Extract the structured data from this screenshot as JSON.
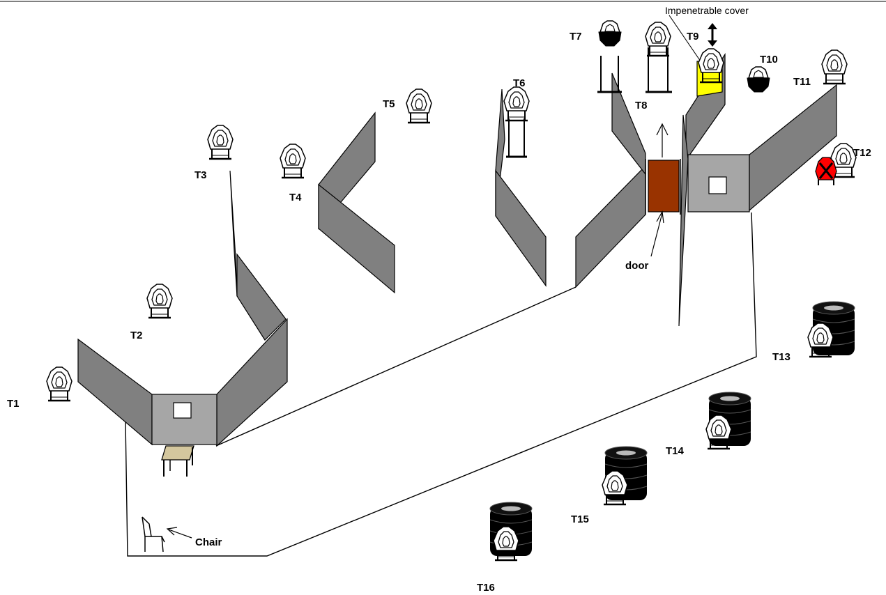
{
  "labels": {
    "T1": "T1",
    "T2": "T2",
    "T3": "T3",
    "T4": "T4",
    "T5": "T5",
    "T6": "T6",
    "T7": "T7",
    "T8": "T8",
    "T9": "T9",
    "T10": "T10",
    "T11": "T11",
    "T12": "T12",
    "T13": "T13",
    "T14": "T14",
    "T15": "T15",
    "T16": "T16"
  },
  "annotations": {
    "cover": "Impenetrable cover",
    "door": "door",
    "chair": "Chair"
  },
  "colors": {
    "wall": "#808080",
    "room": "#a6a6a6",
    "door": "#993300",
    "cover": "#ffff00",
    "table": "#d4c79e",
    "target_no_shoot": "#ff0000",
    "tire": "#000000"
  },
  "icons": {
    "target": "steel-target-on-stand-icon",
    "black_target": "black-steel-target-icon",
    "no_shoot": "red-no-shoot-target-icon",
    "tires": "tire-stack-icon",
    "chair": "chair-icon",
    "table": "table-icon",
    "door": "door-icon",
    "arrow": "double-arrow-icon"
  }
}
